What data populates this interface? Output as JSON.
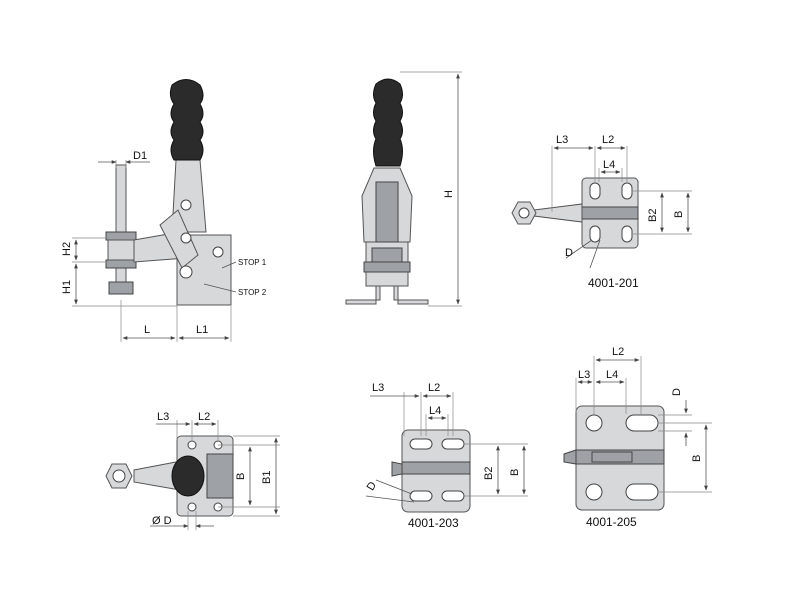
{
  "views": {
    "side": {
      "labels": {
        "d1": "D1",
        "h2": "H2",
        "h1": "H1",
        "l": "L",
        "l1": "L1",
        "stop1": "STOP 1",
        "stop2": "STOP 2"
      }
    },
    "front": {
      "labels": {
        "h": "H"
      }
    },
    "top_base": {
      "labels": {
        "l3": "L3",
        "l2": "L2",
        "b": "B",
        "b1": "B1",
        "d": "Ø D"
      }
    },
    "v201": {
      "labels": {
        "l3": "L3",
        "l2": "L2",
        "l4": "L4",
        "b2": "B2",
        "b": "B",
        "d": "D"
      },
      "caption": "4001-201"
    },
    "v203": {
      "labels": {
        "l3": "L3",
        "l2": "L2",
        "l4": "L4",
        "b2": "B2",
        "b": "B",
        "d": "D"
      },
      "caption": "4001-203"
    },
    "v205": {
      "labels": {
        "l3": "L3",
        "l2": "L2",
        "l4": "L4",
        "d": "D",
        "b": "B"
      },
      "caption": "4001-205"
    }
  },
  "colors": {
    "metal": "#d6d8da",
    "metal_dark": "#9ea2a6",
    "rubber": "#2b2b2b",
    "line": "#555555"
  }
}
